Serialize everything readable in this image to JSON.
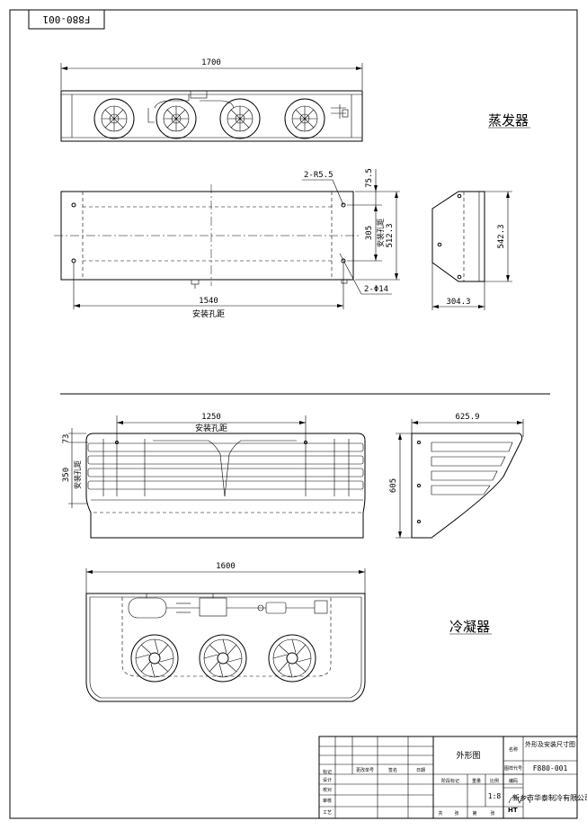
{
  "drawing_code": "F880-001",
  "sections": {
    "evaporator": "蒸发器",
    "condenser": "冷凝器"
  },
  "evap_dims": {
    "width": "1700",
    "hole_radius": "2-R5.5",
    "top_offset": "75.5",
    "hole_spacing_v": "305",
    "hole_spacing_v_label": "安装孔距",
    "height": "512.3",
    "hole_dia": "2-Φ14",
    "hole_spacing_h": "1540",
    "hole_spacing_h_label": "安装孔距",
    "side_depth": "304.3",
    "side_height": "542.3"
  },
  "cond_dims": {
    "hole_spacing_h": "1250",
    "hole_spacing_h_label": "安装孔距",
    "top_offset": "73",
    "hole_spacing_v": "350",
    "hole_spacing_v_label": "安装孔距",
    "side_depth": "625.9",
    "side_height": "605",
    "width": "1600"
  },
  "title_block": {
    "drawing_name": "外形图",
    "name_label": "名称",
    "name_value": "外形及安装尺寸图",
    "number_label": "图样代号",
    "number_value": "F880-001",
    "scale": "1:8",
    "company": "新乡市华泰制冷有限公司",
    "logo_text": "HT",
    "row_labels": [
      "标记",
      "设计",
      "校对",
      "审核",
      "工艺"
    ],
    "col_labels": [
      "更改单号",
      "签名",
      "日期"
    ],
    "stage_labels": [
      "阶段标记",
      "重量",
      "比例"
    ],
    "sheet_labels": [
      "共",
      "张",
      "第",
      "张"
    ],
    "code_label": "编码"
  }
}
